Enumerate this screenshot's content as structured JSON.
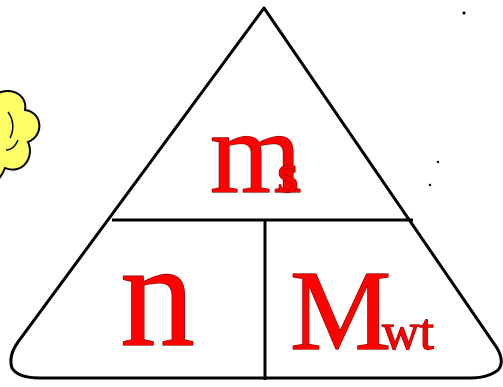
{
  "diagram": {
    "top_label": {
      "main": "m",
      "sub": "s"
    },
    "bottom_left_label": "n",
    "bottom_right_label": {
      "main": "M",
      "sub": "wt"
    },
    "colors": {
      "text_fill": "#ff0000",
      "text_outline": "#8a0000",
      "lines": "#000000",
      "flower_fill": "#ffff66",
      "background": "#ffffff"
    },
    "icons": [
      "yellow-flower-icon"
    ]
  }
}
